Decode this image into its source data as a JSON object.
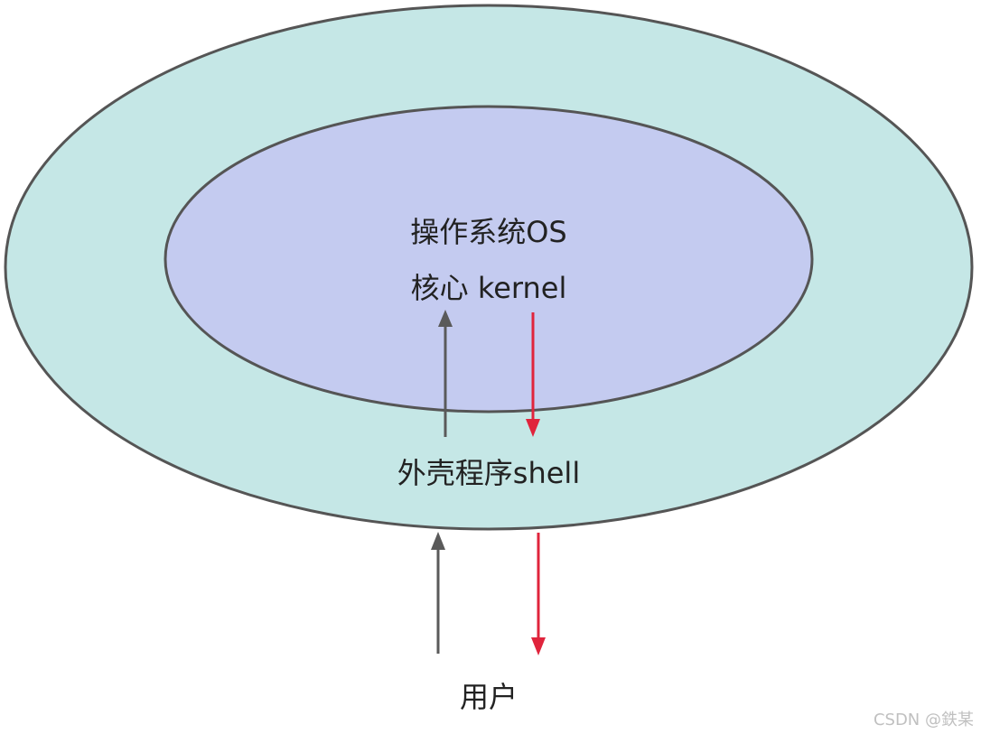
{
  "colors": {
    "outer_fill": "#c5e7e6",
    "inner_fill": "#c4cbf0",
    "stroke": "#555555",
    "arrow_up": "#5a5a5a",
    "arrow_down": "#e0243c"
  },
  "labels": {
    "os": "操作系统OS",
    "kernel": "核心 kernel",
    "shell": "外壳程序shell",
    "user": "用户"
  },
  "watermark": "CSDN @鉄某"
}
